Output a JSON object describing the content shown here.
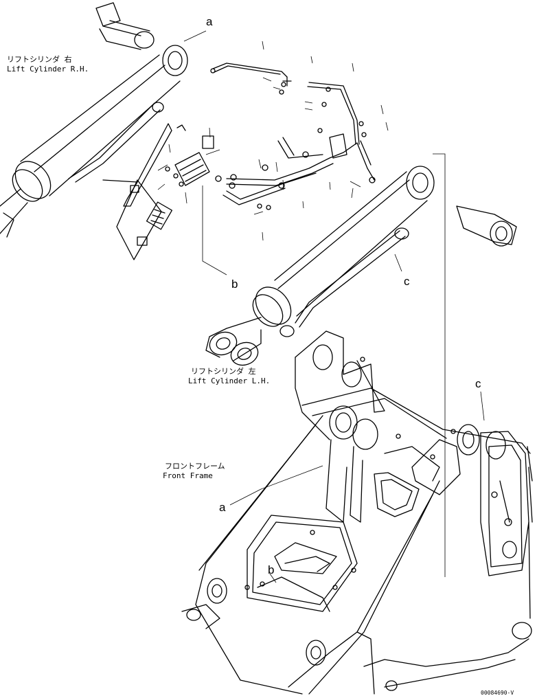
{
  "labels": {
    "lift_cyl_rh_jp": "リフトシリンダ 右",
    "lift_cyl_rh_en": "Lift Cylinder R.H.",
    "lift_cyl_lh_jp": "リフトシリンダ 左",
    "lift_cyl_lh_en": "Lift Cylinder L.H.",
    "front_frame_jp": "フロントフレーム",
    "front_frame_en": "Front Frame"
  },
  "callouts": {
    "a_top": "a",
    "b_mid": "b",
    "c_mid": "c",
    "c_right": "c",
    "a_lower": "a",
    "b_lower": "b"
  },
  "drawing_code": "00084690-V"
}
